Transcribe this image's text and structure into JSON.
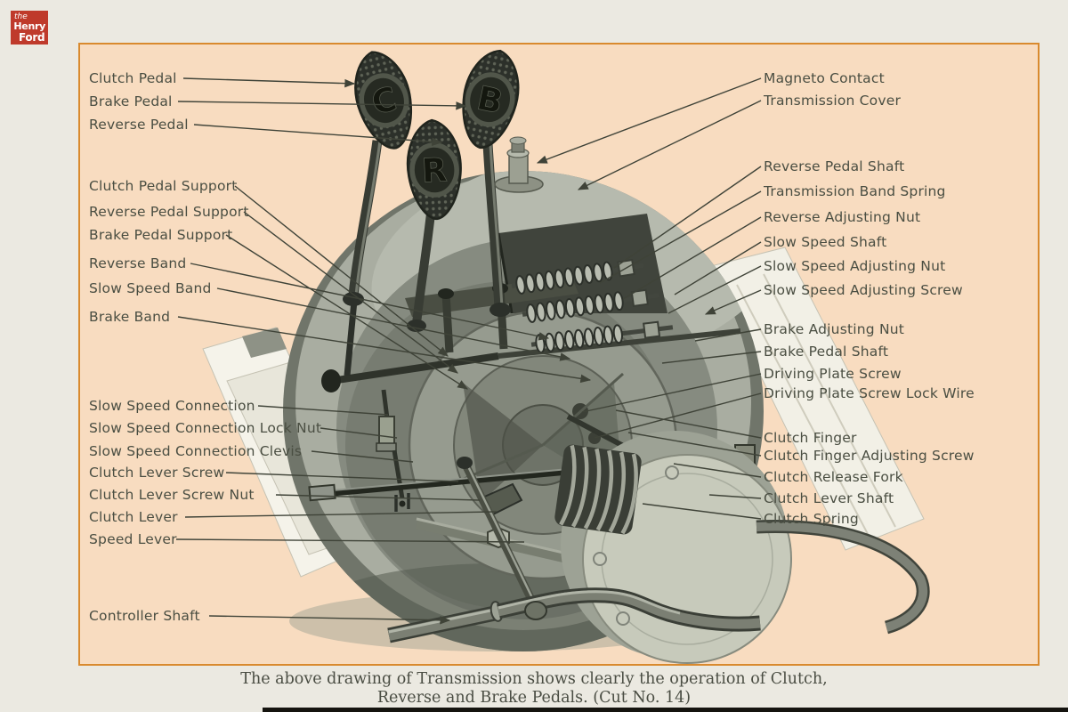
{
  "logo": {
    "the": "the",
    "henry": "Henry",
    "ford": "Ford"
  },
  "labels": {
    "left": [
      "Clutch Pedal",
      "Brake Pedal",
      "Reverse Pedal",
      "Clutch Pedal Support",
      "Reverse Pedal Support",
      "Brake Pedal Support",
      "Reverse Band",
      "Slow Speed Band",
      "Brake Band",
      "Slow Speed Connection",
      "Slow Speed Connection Lock Nut",
      "Slow Speed Connection Clevis",
      "Clutch Lever Screw",
      "Clutch Lever Screw Nut",
      "Clutch Lever",
      "Speed Lever",
      "Controller Shaft"
    ],
    "right": [
      "Magneto Contact",
      "Transmission Cover",
      "Reverse Pedal Shaft",
      "Transmission Band Spring",
      "Reverse Adjusting Nut",
      "Slow Speed Shaft",
      "Slow Speed Adjusting Nut",
      "Slow Speed Adjusting Screw",
      "Brake Adjusting Nut",
      "Brake Pedal Shaft",
      "Driving Plate Screw",
      "Driving Plate Screw Lock Wire",
      "Clutch Finger",
      "Clutch Finger Adjusting Screw",
      "Clutch Release Fork",
      "Clutch Lever Shaft",
      "Clutch Spring"
    ]
  },
  "pedals": {
    "clutch_letter": "C",
    "brake_letter": "B",
    "reverse_letter": "R"
  },
  "caption": {
    "line1": "The above drawing of Transmission shows clearly the operation of Clutch,",
    "line2": "Reverse and Brake Pedals.  (Cut No. 14)"
  },
  "colors": {
    "page_bg": "#ebe9e1",
    "panel_bg": "#f8dcc0",
    "panel_border": "#d98a2e",
    "label_text": "#4a4e42",
    "logo_red": "#bf3a2b"
  }
}
